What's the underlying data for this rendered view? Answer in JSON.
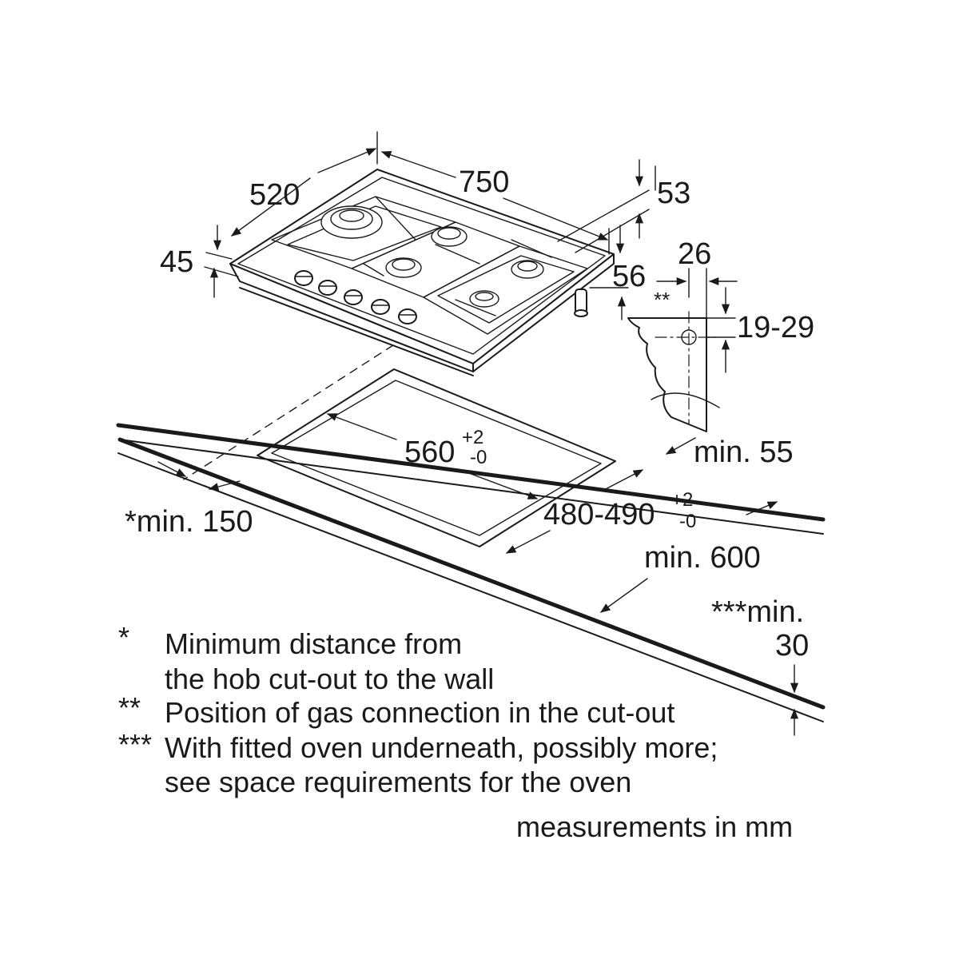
{
  "dimensions": {
    "width": "750",
    "depth": "520",
    "height_front": "45",
    "height_side": "53",
    "height_rear": "56",
    "gas_offset": "26",
    "gas_marker": "**",
    "gas_height": "19-29",
    "cutout_width": "560",
    "cutout_width_tol_plus": "+2",
    "cutout_width_tol_minus": "-0",
    "cutout_depth": "480-490",
    "cutout_depth_tol_plus": "+2",
    "cutout_depth_tol_minus": "-0",
    "min_front": "min. 55",
    "min_wall": "*min. 150",
    "min_worktop_depth": "min. 600",
    "min_oven_gap_line1": "***min.",
    "min_oven_gap_line2": "30"
  },
  "notes": [
    {
      "marker": "*",
      "line1": "Minimum distance from",
      "line2": "the hob cut-out to the wall"
    },
    {
      "marker": "**",
      "line1": "Position of gas connection in the cut-out"
    },
    {
      "marker": "***",
      "line1": "With fitted oven underneath, possibly more;",
      "line2": "see space requirements for the oven"
    }
  ],
  "units_note": "measurements in mm",
  "colors": {
    "line": "#1a1a1a",
    "background": "#ffffff"
  }
}
